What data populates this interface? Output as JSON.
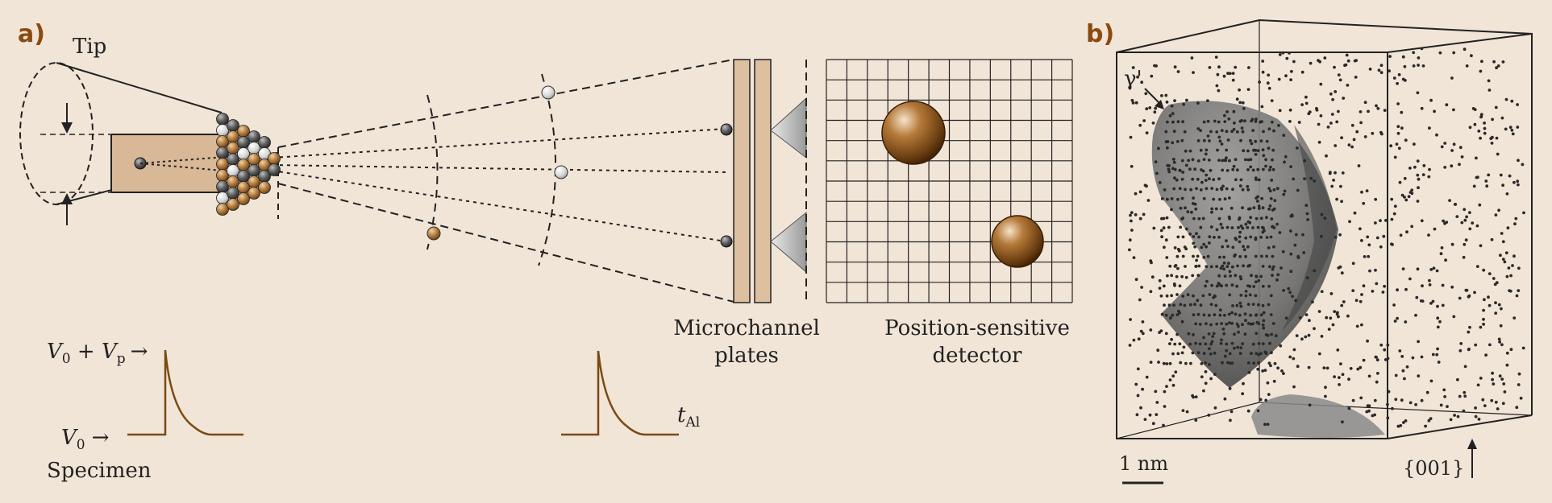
{
  "panel_a": {
    "label": "a)",
    "tip_label": "Tip",
    "pulse_left": {
      "top_label": "V",
      "top_sub": "0",
      "top_rest": " + ",
      "top_v2": "V",
      "top_sub2": "p",
      "arrow": "→",
      "bottom_label": "V",
      "bottom_sub": "0",
      "specimen_label": "Specimen"
    },
    "pulse_right": {
      "label": "t",
      "label_sub": "Al"
    },
    "mcp_label_line1": "Microchannel",
    "mcp_label_line2": "plates",
    "detector_label_line1": "Position-sensitive",
    "detector_label_line2": "detector"
  },
  "panel_b": {
    "label": "b)",
    "phase_label": "γ'",
    "scale_label": "1 nm",
    "direction_label": "{001}"
  },
  "colors": {
    "background": "#f1e5d7",
    "brown": "#7a4a14",
    "panel_label": "#8b4a10",
    "tip_fill": "#d8b896",
    "mcp_fill": "#dcc0a0"
  }
}
